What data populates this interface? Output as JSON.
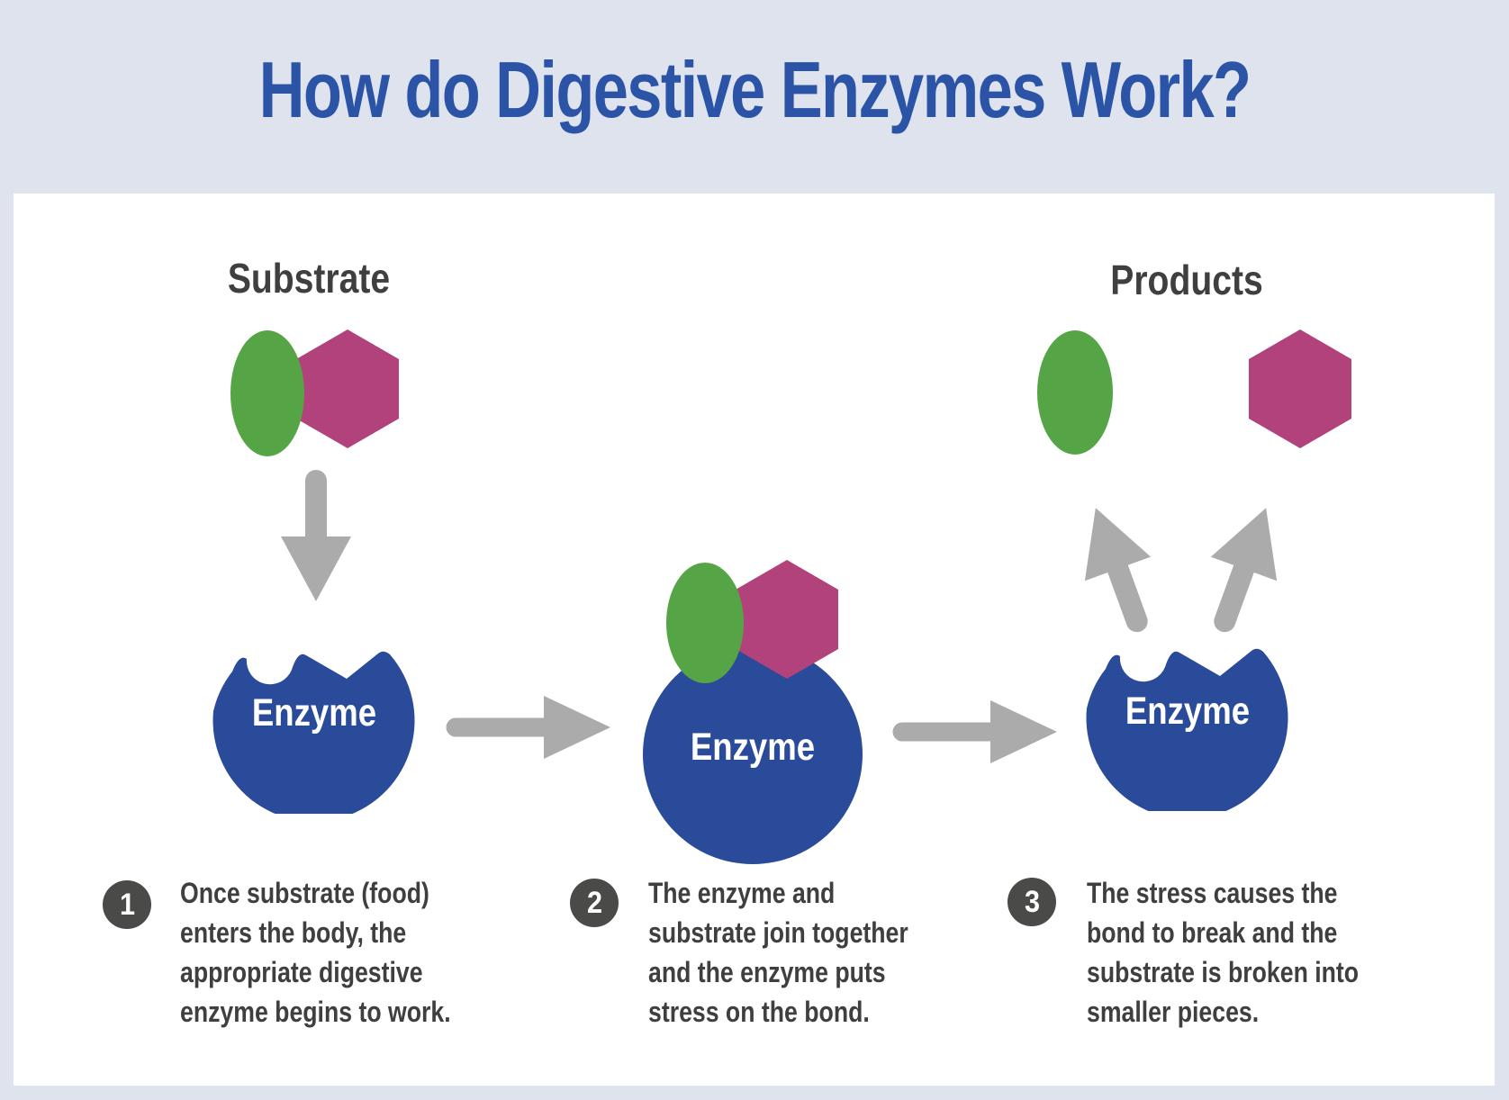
{
  "title": "How do Digestive Enzymes Work?",
  "labels": {
    "substrate": "Substrate",
    "products": "Products",
    "enzyme": "Enzyme"
  },
  "steps": [
    {
      "number": "1",
      "lines": [
        "Once substrate (food)",
        "enters the body, the",
        "appropriate digestive",
        "enzyme begins to work."
      ]
    },
    {
      "number": "2",
      "lines": [
        "The enzyme and",
        "substrate join together",
        "and the enzyme puts",
        "stress on the bond."
      ]
    },
    {
      "number": "3",
      "lines": [
        "The stress causes the",
        "bond to break and the",
        "substrate is broken into",
        "smaller pieces."
      ]
    }
  ],
  "colors": {
    "background": "#dee3ee",
    "card": "#ffffff",
    "title_blue": "#2b53a6",
    "enzyme_blue": "#2a4a9a",
    "substrate_green": "#55a546",
    "substrate_magenta": "#b2427b",
    "arrow_gray": "#ababab",
    "step_circle": "#4a4a48",
    "text_dark": "#3f3f3f"
  }
}
